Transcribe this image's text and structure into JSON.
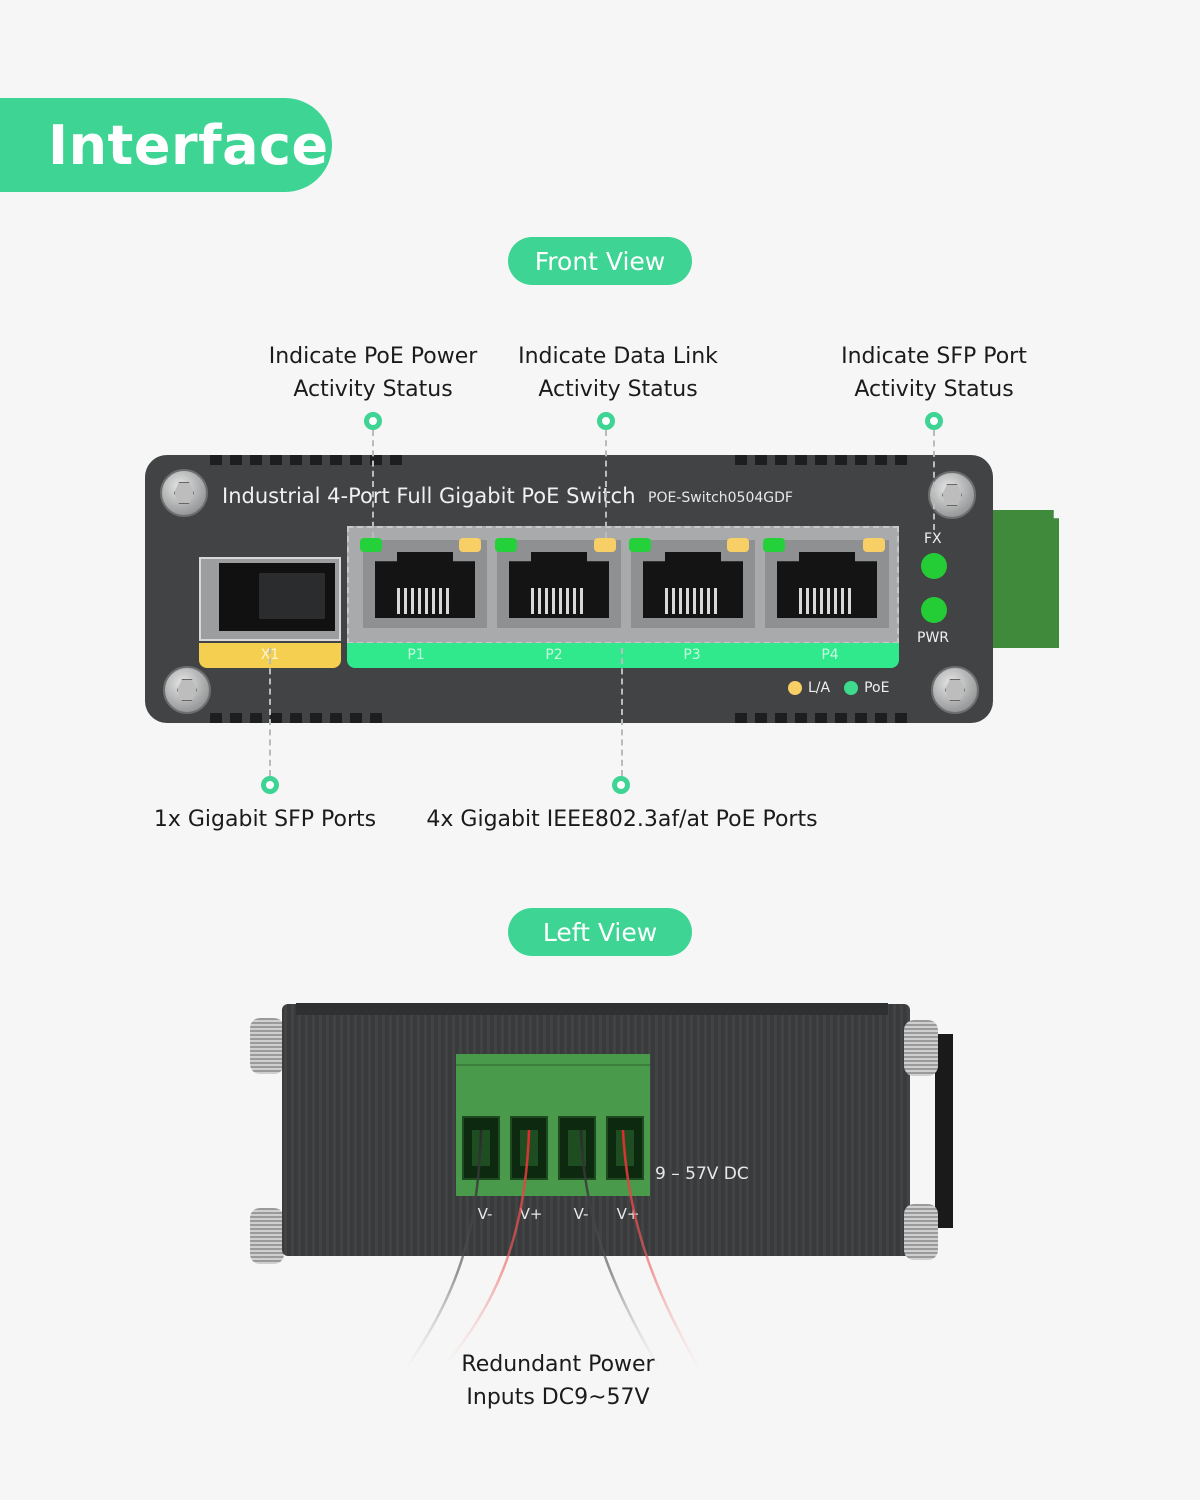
{
  "header": {
    "title": "Interface"
  },
  "sections": {
    "front_view": {
      "label": "Front View"
    },
    "left_view": {
      "label": "Left View"
    }
  },
  "front_callouts": {
    "top": [
      {
        "line1": "Indicate PoE Power",
        "line2": "Activity Status"
      },
      {
        "line1": "Indicate Data Link",
        "line2": "Activity Status"
      },
      {
        "line1": "Indicate SFP Port",
        "line2": "Activity Status"
      }
    ],
    "bottom": [
      {
        "text": "1x Gigabit SFP Ports"
      },
      {
        "text": "4x Gigabit IEEE802.3af/at PoE Ports"
      }
    ]
  },
  "device": {
    "title": "Industrial 4-Port Full Gigabit PoE Switch",
    "model": "POE-Switch0504GDF",
    "sfp_port_label": "X1",
    "rj45_ports": [
      "P1",
      "P2",
      "P3",
      "P4"
    ],
    "indicators": {
      "fx": "FX",
      "pwr": "PWR"
    },
    "legend": [
      {
        "label": "L/A",
        "color": "#f7cf66"
      },
      {
        "label": "PoE",
        "color": "#3ddc8c"
      }
    ],
    "colors": {
      "accent": "#3dd494",
      "port_strip": "#2fe98c",
      "sfp_strip": "#f5cf4f",
      "led_green": "#25d13a",
      "led_yellow": "#f7cf66",
      "chassis": "#414345"
    }
  },
  "left_view": {
    "voltage_label": "9 – 57V DC",
    "terminals": [
      "V-",
      "V+",
      "V-",
      "V+"
    ],
    "callout": {
      "line1": "Redundant Power",
      "line2": "Inputs DC9~57V"
    }
  }
}
